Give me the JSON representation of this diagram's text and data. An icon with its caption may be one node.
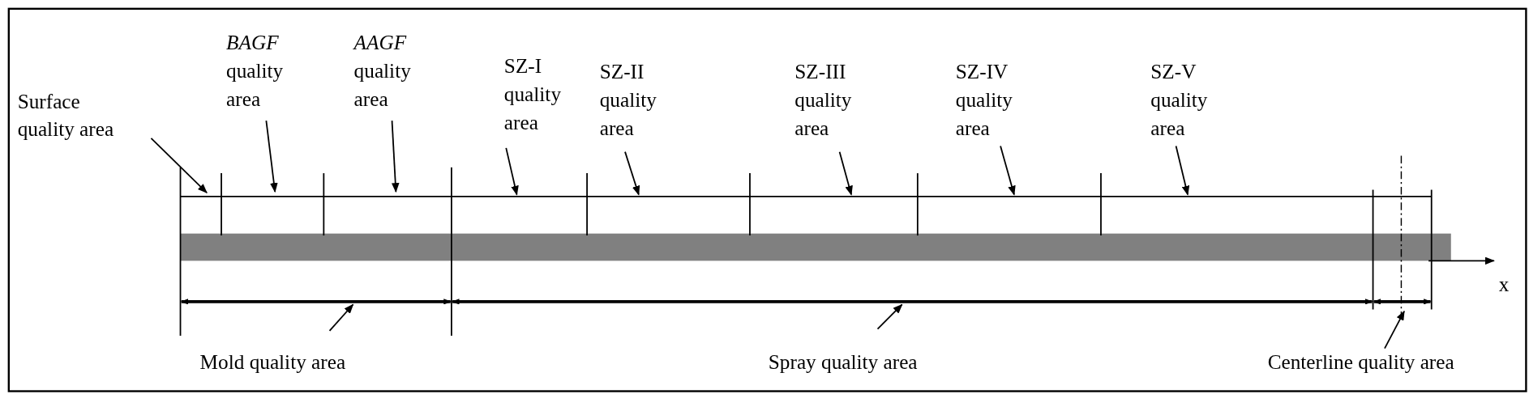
{
  "diagram": {
    "nodes": [
      {
        "text": [
          "Surface quality area"
        ]
      },
      {
        "text": [
          "*BAGF* quality area"
        ]
      },
      {
        "text": [
          "*AAGF* quality area"
        ]
      },
      {
        "text": [
          "SZ-I quality area"
        ]
      },
      {
        "text": [
          "SZ-II quality area"
        ]
      },
      {
        "text": [
          "SZ-III quality area"
        ]
      },
      {
        "text": [
          "SZ-IV quality area"
        ]
      },
      {
        "text": [
          "SZ-V quality area"
        ]
      },
      {
        "text": [
          "Mold quality area"
        ]
      },
      {
        "text": [
          "Spray quality area"
        ]
      },
      {
        "text": [
          "Centerline quality area"
        ]
      }
    ],
    "edges": [
      {
        "from": 0,
        "to": null,
        "arrow": "to"
      },
      {
        "from": 1,
        "to": null,
        "arrow": "to"
      },
      {
        "from": 2,
        "to": null,
        "arrow": "to"
      },
      {
        "from": 3,
        "to": null,
        "arrow": "to"
      },
      {
        "from": 4,
        "to": null,
        "arrow": "to"
      },
      {
        "from": 5,
        "to": null,
        "arrow": "to"
      },
      {
        "from": 6,
        "to": null,
        "arrow": "to"
      },
      {
        "from": 7,
        "to": null,
        "arrow": "to"
      },
      {
        "from": 8,
        "to": null,
        "arrow": "to"
      },
      {
        "from": 9,
        "to": null,
        "arrow": "to"
      },
      {
        "from": 10,
        "to": null,
        "arrow": "to"
      }
    ],
    "labels": [
      "x"
    ]
  }
}
